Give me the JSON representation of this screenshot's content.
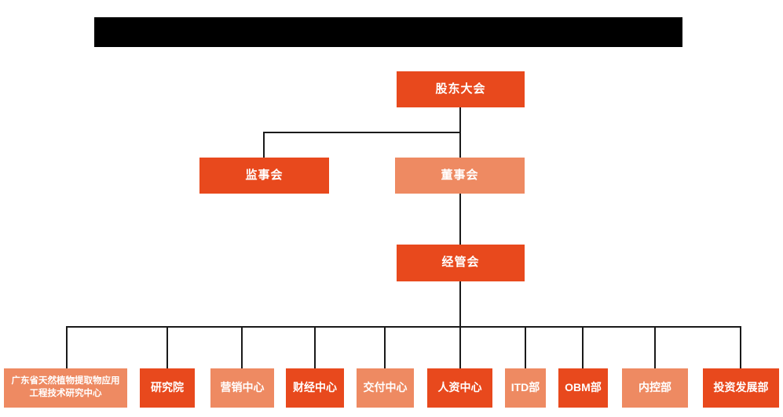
{
  "colors": {
    "node_dark": "#E8491D",
    "node_light": "#EE8A62",
    "connector": "#1a1a1a",
    "redaction_bar": "#000000",
    "node_text": "#ffffff",
    "background": "#ffffff"
  },
  "org_chart": {
    "title_bar": {
      "redacted": true,
      "label": ""
    },
    "root": {
      "label": "股东大会"
    },
    "level2": [
      {
        "label": "监事会"
      },
      {
        "label": "董事会"
      }
    ],
    "level3": {
      "label": "经管会"
    },
    "departments": [
      {
        "label": "广东省天然植物提取物应用工程技术研究中心"
      },
      {
        "label": "研究院"
      },
      {
        "label": "营销中心"
      },
      {
        "label": "财经中心"
      },
      {
        "label": "交付中心"
      },
      {
        "label": "人资中心"
      },
      {
        "label": "ITD部"
      },
      {
        "label": "OBM部"
      },
      {
        "label": "内控部"
      },
      {
        "label": "投资发展部"
      }
    ]
  }
}
